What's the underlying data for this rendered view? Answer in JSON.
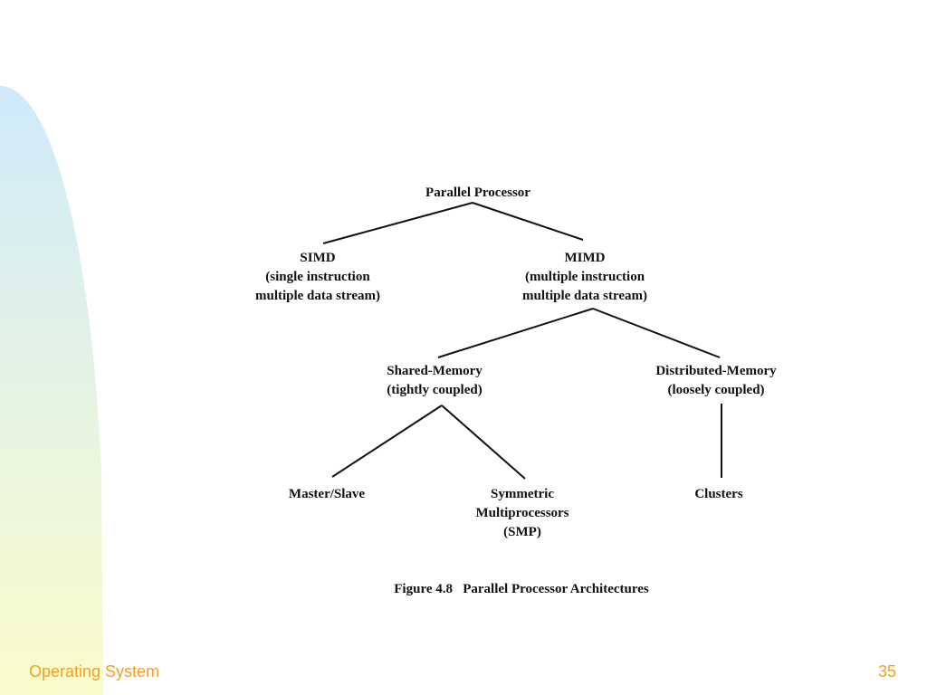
{
  "diagram": {
    "nodes": {
      "parallel": [
        "Parallel Processor"
      ],
      "simd": [
        "SIMD",
        "(single instruction",
        "multiple data stream)"
      ],
      "mimd": [
        "MIMD",
        "(multiple instruction",
        "multiple data stream)"
      ],
      "shared": [
        "Shared-Memory",
        "(tightly coupled)"
      ],
      "distributed": [
        "Distributed-Memory",
        "(loosely coupled)"
      ],
      "master": [
        "Master/Slave"
      ],
      "smp": [
        "Symmetric",
        "Multiprocessors",
        "(SMP)"
      ],
      "clusters": [
        "Clusters"
      ]
    },
    "edges": [
      [
        "parallel",
        "simd"
      ],
      [
        "parallel",
        "mimd"
      ],
      [
        "mimd",
        "shared"
      ],
      [
        "mimd",
        "distributed"
      ],
      [
        "shared",
        "master"
      ],
      [
        "shared",
        "smp"
      ],
      [
        "distributed",
        "clusters"
      ]
    ],
    "caption": "Figure 4.8   Parallel Processor Architectures"
  },
  "footer": {
    "left": "Operating System",
    "right": "35"
  },
  "colors": {
    "decor_top": "#cfeafc",
    "decor_bottom": "#fbfccb",
    "footer_text": "#f3a020",
    "line": "#111111"
  }
}
